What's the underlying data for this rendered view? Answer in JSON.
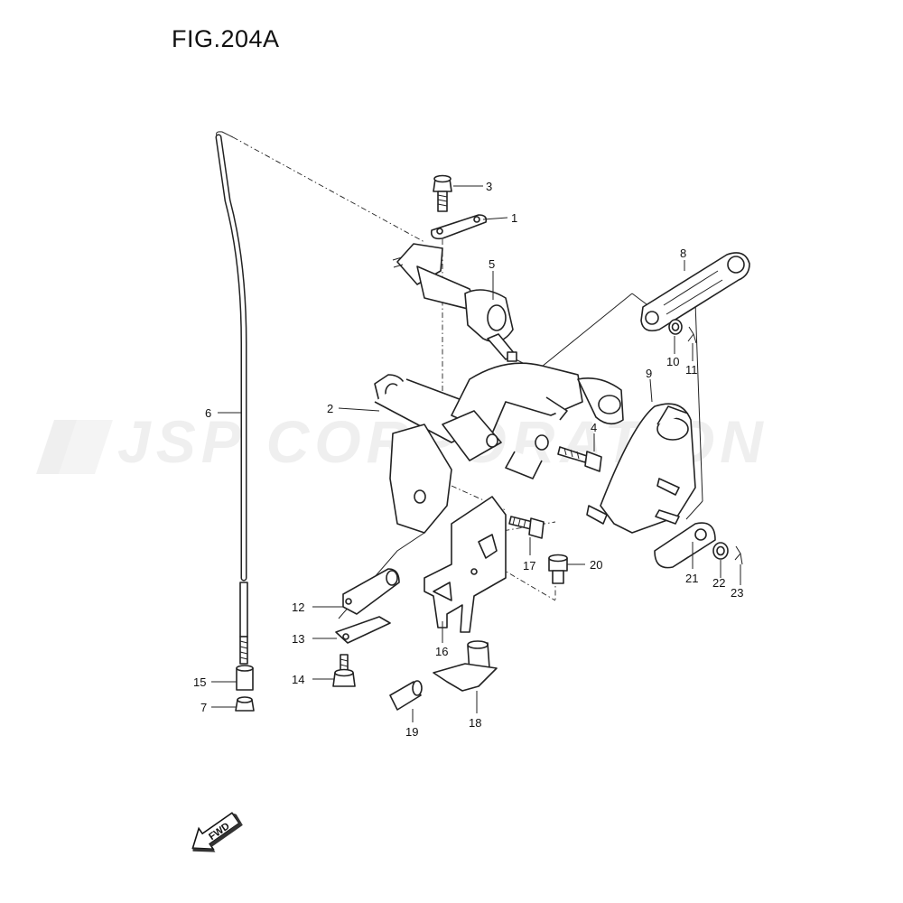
{
  "figure_title": "FIG.204A",
  "watermark_text": "JSP CORPORATION",
  "fwd_label": "FWD",
  "part_numbers": [
    "1",
    "2",
    "3",
    "4",
    "5",
    "6",
    "7",
    "8",
    "9",
    "10",
    "11",
    "12",
    "13",
    "14",
    "15",
    "16",
    "17",
    "18",
    "19",
    "20",
    "21",
    "22",
    "23"
  ],
  "colors": {
    "line": "#222222",
    "watermark": "#e6e6e6",
    "background": "#ffffff"
  }
}
